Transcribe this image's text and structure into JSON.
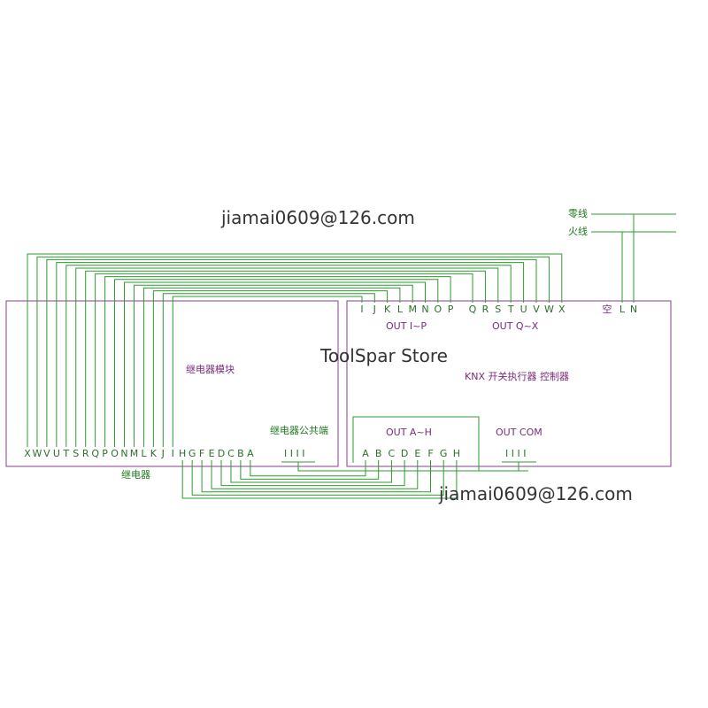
{
  "watermarks": {
    "email_top": "jiamai0609@126.com",
    "email_bottom": "jiamai0609@126.com",
    "store": "ToolSpar Store"
  },
  "relay_module": {
    "title": "继电器模块",
    "common_label": "继电器公共端",
    "footer_label": "继电器",
    "terminals": [
      "X",
      "W",
      "V",
      "U",
      "T",
      "S",
      "R",
      "Q",
      "P",
      "O",
      "N",
      "M",
      "L",
      "K",
      "J",
      "I",
      "H",
      "G",
      "F",
      "E",
      "D",
      "C",
      "B",
      "A"
    ],
    "common_pins": "I I I I"
  },
  "knx_actuator": {
    "title": "KNX 开关执行器 控制器",
    "top_terminals_ip": [
      "I",
      "J",
      "K",
      "L",
      "M",
      "N",
      "O",
      "P"
    ],
    "top_terminals_qx": [
      "Q",
      "R",
      "S",
      "T",
      "U",
      "V",
      "W",
      "X"
    ],
    "power_terminals": [
      "空",
      "L",
      "N"
    ],
    "out_ip_label": "OUT I~P",
    "out_qx_label": "OUT Q~X",
    "out_ah_label": "OUT A~H",
    "out_ah_terminals": [
      "A",
      "B",
      "C",
      "D",
      "E",
      "F",
      "G",
      "H"
    ],
    "out_com_label": "OUT COM",
    "out_com_pins": "I I I I"
  },
  "power_lines": {
    "neutral": "零线",
    "live": "火线"
  },
  "colors": {
    "wire": "#2e9a2e",
    "box": "#8e3b8e",
    "label_purple": "#7a2b7a"
  }
}
